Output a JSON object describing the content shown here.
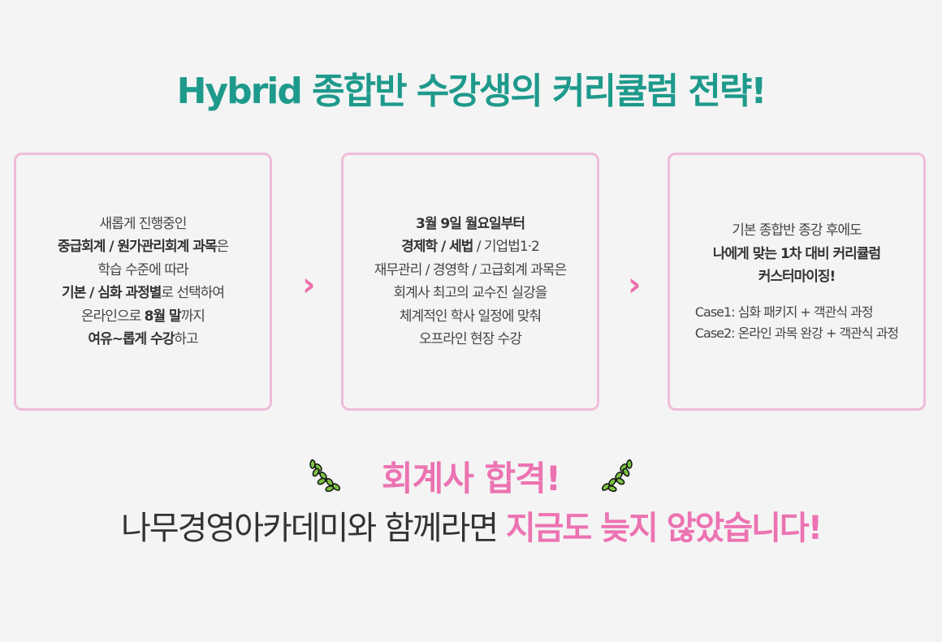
{
  "title": "Hybrid 종합반 수강생의 커리큘럼 전략!",
  "cards": [
    {
      "lines": [
        [
          {
            "t": "새롭게 진행중인",
            "b": false
          }
        ],
        [
          {
            "t": "중급회계 / 원가관리회계 과목",
            "b": true
          },
          {
            "t": "은",
            "b": false
          }
        ],
        [
          {
            "t": "학습 수준에 따라",
            "b": false
          }
        ],
        [
          {
            "t": "기본 / 심화 과정별",
            "b": true
          },
          {
            "t": "로 선택하여",
            "b": false
          }
        ],
        [
          {
            "t": "온라인으로 ",
            "b": false
          },
          {
            "t": "8월 말",
            "b": true
          },
          {
            "t": "까지",
            "b": false
          }
        ],
        [
          {
            "t": "여유~롭게 수강",
            "b": true
          },
          {
            "t": "하고",
            "b": false
          }
        ]
      ]
    },
    {
      "lines": [
        [
          {
            "t": "3월 9일 월요일부터",
            "b": true
          }
        ],
        [
          {
            "t": "경제학 / 세법",
            "b": true
          },
          {
            "t": " / 기업법1·2",
            "b": false
          }
        ],
        [
          {
            "t": "재무관리 / 경영학 / 고급회계 과목은",
            "b": false
          }
        ],
        [
          {
            "t": "회계사 최고의 교수진 실강을",
            "b": false
          }
        ],
        [
          {
            "t": "체계적인 학사 일정에 맞춰",
            "b": false
          }
        ],
        [
          {
            "t": "오프라인 현장 수강",
            "b": false
          }
        ]
      ]
    },
    {
      "lines": [
        [
          {
            "t": "기본 종합반 종강 후에도",
            "b": false
          }
        ],
        [
          {
            "t": "나에게 맞는 1차 대비 커리큘럼",
            "b": true
          }
        ],
        [
          {
            "t": "커스터마이징!",
            "b": true
          }
        ]
      ],
      "cases": [
        "Case1: 심화 패키지 + 객관식 과정",
        "Case2: 온라인 과목 완강 + 객관식 과정"
      ]
    }
  ],
  "arrow": "›",
  "pass": "회계사 합격!",
  "bottom": {
    "normal": "나무경영아카데미와 함께라면 ",
    "highlight": "지금도 늦지 않았습니다!"
  }
}
